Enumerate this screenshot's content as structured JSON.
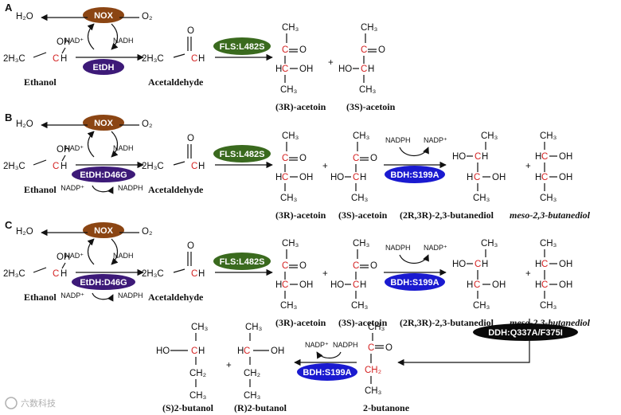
{
  "panels": {
    "a": {
      "label": "A"
    },
    "b": {
      "label": "B"
    },
    "c": {
      "label": "C"
    }
  },
  "enzymes": {
    "nox": "NOX",
    "etdh": "EtDH",
    "etdh_mut": "EtDH:D46G",
    "fls": "FLS:L482S",
    "bdh": "BDH:S199A",
    "ddh": "DDH:Q337A/F375I"
  },
  "compounds": {
    "ethanol": "Ethanol",
    "acetaldehyde": "Acetaldehyde",
    "acetoin_3r": "(3R)-acetoin",
    "acetoin_3s": "(3S)-acetoin",
    "butanediol_2r3r": "(2R,3R)-2,3-butanediol",
    "butanediol_meso": "meso-2,3-butanediol",
    "butanone": "2-butanone",
    "butanol_s": "(S)2-butanol",
    "butanol_r": "(R)2-butanol"
  },
  "chem": {
    "h2o": "H₂O",
    "o2": "O₂",
    "nad": "NAD⁺",
    "nadh": "NADH",
    "nadp": "NADP⁺",
    "nadph": "NADPH",
    "plus": "+",
    "ch3": "CH₃",
    "ch2": "CH₂",
    "h2c": "2H₃C",
    "c": "C",
    "h": "H",
    "o": "O",
    "oh": "OH",
    "ho": "HO",
    "hc": "HC",
    "eq": "="
  },
  "colors": {
    "nox": "#8b4513",
    "etdh": "#3d1a78",
    "fls": "#3a6a1e",
    "bdh": "#1a1ad0",
    "ddh": "#0a0a0a",
    "red_atom": "#d42222"
  },
  "watermark": "六数科技"
}
